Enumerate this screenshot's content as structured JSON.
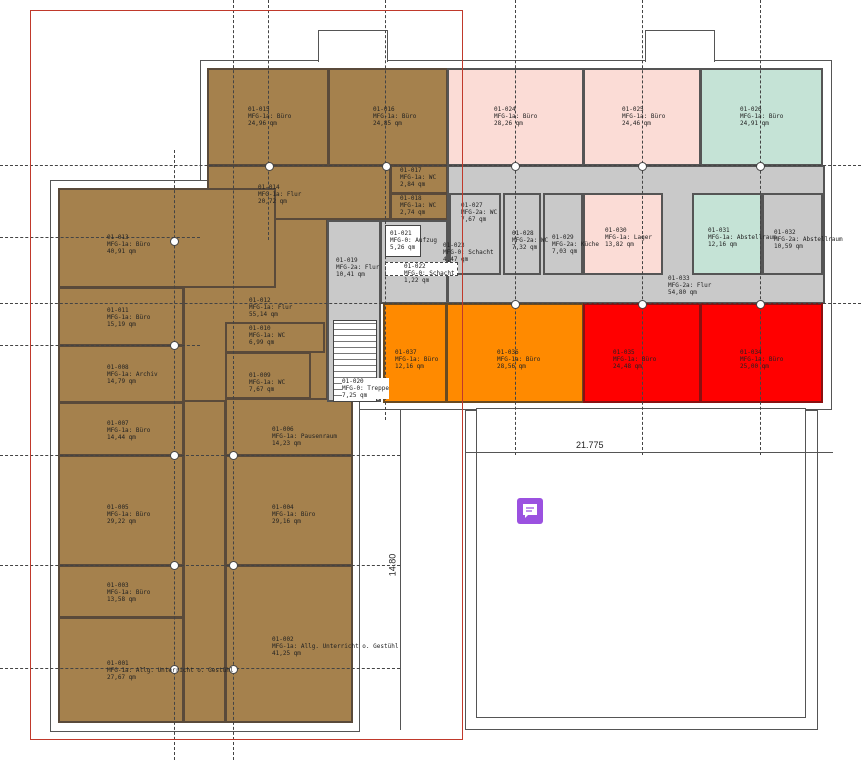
{
  "rooms": [
    {
      "id": "01-001",
      "use": "MFG-1a: Allg. Unterricht o. Gestühl",
      "area": "27,67 qm"
    },
    {
      "id": "01-002",
      "use": "MFG-1a: Allg. Unterricht o. Gestühl",
      "area": "41,25 qm"
    },
    {
      "id": "01-003",
      "use": "MFG-1a: Büro",
      "area": "13,58 qm"
    },
    {
      "id": "01-004",
      "use": "MFG-1a: Büro",
      "area": "29,16 qm"
    },
    {
      "id": "01-005",
      "use": "MFG-1a: Büro",
      "area": "29,22 qm"
    },
    {
      "id": "01-006",
      "use": "MFG-1a: Pausenraum",
      "area": "14,23 qm"
    },
    {
      "id": "01-007",
      "use": "MFG-1a: Büro",
      "area": "14,44 qm"
    },
    {
      "id": "01-008",
      "use": "MFG-1a: Archiv",
      "area": "14,79 qm"
    },
    {
      "id": "01-009",
      "use": "MFG-1a: WC",
      "area": "7,67 qm"
    },
    {
      "id": "01-010",
      "use": "MFG-1a: WC",
      "area": "6,99 qm"
    },
    {
      "id": "01-011",
      "use": "MFG-1a: Büro",
      "area": "15,19 qm"
    },
    {
      "id": "01-012",
      "use": "MFG-1a: Flur",
      "area": "55,14 qm"
    },
    {
      "id": "01-013",
      "use": "MFG-1a: Büro",
      "area": "40,91 qm"
    },
    {
      "id": "01-014",
      "use": "MFG-1a: Flur",
      "area": "20,72 qm"
    },
    {
      "id": "01-015",
      "use": "MFG-1a: Büro",
      "area": "24,96 qm"
    },
    {
      "id": "01-016",
      "use": "MFG-1a: Büro",
      "area": "24,85 qm"
    },
    {
      "id": "01-017",
      "use": "MFG-1a: WC",
      "area": "2,84 qm"
    },
    {
      "id": "01-018",
      "use": "MFG-1a: WC",
      "area": "2,74 qm"
    },
    {
      "id": "01-019",
      "use": "MFG-2a: Flur",
      "area": "10,41 qm"
    },
    {
      "id": "01-020",
      "use": "MFG-0: Treppe",
      "area": "7,25 qm"
    },
    {
      "id": "01-021",
      "use": "MFG-0: Aufzug",
      "area": "5,26 qm"
    },
    {
      "id": "01-022",
      "use": "MFG-0: Schacht",
      "area": "1,22 qm"
    },
    {
      "id": "01-023",
      "use": "MFG-0: Schacht",
      "area": "4,47 qm"
    },
    {
      "id": "01-024",
      "use": "MFG-1a: Büro",
      "area": "28,26 qm"
    },
    {
      "id": "01-025",
      "use": "MFG-1a: Büro",
      "area": "24,46 qm"
    },
    {
      "id": "01-026",
      "use": "MFG-1a: Büro",
      "area": "24,91 qm"
    },
    {
      "id": "01-027",
      "use": "MFG-2a: WC",
      "area": "7,67 qm"
    },
    {
      "id": "01-028",
      "use": "MFG-2a: WC",
      "area": "7,32 qm"
    },
    {
      "id": "01-029",
      "use": "MFG-2a: Küche",
      "area": "7,03 qm"
    },
    {
      "id": "01-030",
      "use": "MFG-1a: Lager",
      "area": "13,82 qm"
    },
    {
      "id": "01-031",
      "use": "MFG-1a: Abstellraum",
      "area": "12,16 qm"
    },
    {
      "id": "01-032",
      "use": "MFG-2a: Abstellraum",
      "area": "10,59 qm"
    },
    {
      "id": "01-033",
      "use": "MFG-2a: Flur",
      "area": "54,80 qm"
    },
    {
      "id": "01-034",
      "use": "MFG-1a: Büro",
      "area": "25,00 qm"
    },
    {
      "id": "01-035",
      "use": "MFG-1a: Büro",
      "area": "24,48 qm"
    },
    {
      "id": "01-036",
      "use": "MFG-1a: Büro",
      "area": "28,56 qm"
    },
    {
      "id": "01-037",
      "use": "MFG-1a: Büro",
      "area": "12,16 qm"
    }
  ],
  "dimensions": {
    "width": "21.775",
    "depth": "14.80"
  },
  "colors": {
    "brown": "#a5814d",
    "grey": "#c9c9c9",
    "pink": "#fbdcd6",
    "mint": "#c5e3d6",
    "orange": "#ff8a00",
    "red": "#ff0000",
    "selection": "#c0392b",
    "comment": "#9b51e0"
  },
  "icons": {
    "comment": "comment-icon"
  }
}
